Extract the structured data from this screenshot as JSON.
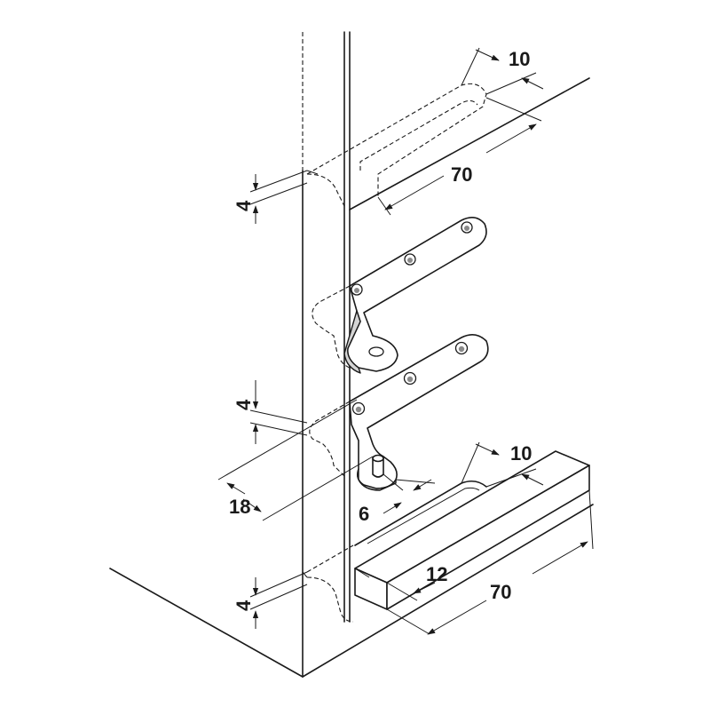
{
  "dimensions": {
    "top_slot_width": "10",
    "top_slot_length": "70",
    "top_recess_depth": "4",
    "middle_recess_depth": "4",
    "pivot_offset": "18",
    "pin_offset": "6",
    "bottom_slot_width": "10",
    "bottom_block_width": "12",
    "bottom_block_length": "70",
    "bottom_recess_depth": "4"
  },
  "colors": {
    "line": "#1a1a1a",
    "background": "#ffffff",
    "shade": "#d4d4d4"
  }
}
